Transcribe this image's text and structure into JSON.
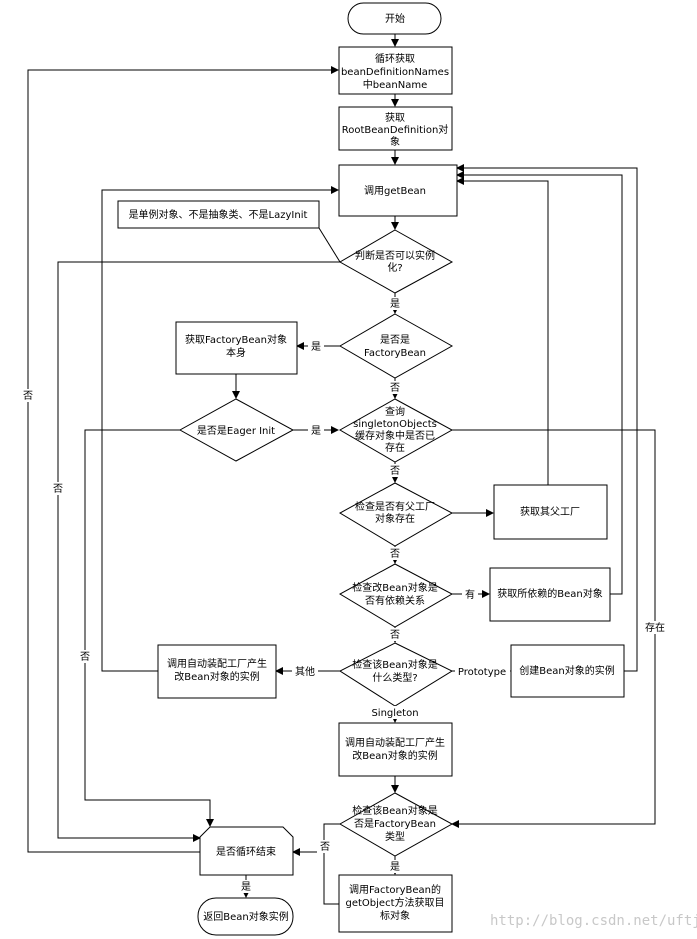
{
  "nodes": {
    "start": "开始",
    "loop_names": [
      "循环获取",
      "beanDefinitionNames",
      "中beanName"
    ],
    "get_rbd": [
      "获取",
      "RootBeanDefinition对",
      "象"
    ],
    "call_getbean": "调用getBean",
    "note": "是单例对象、不是抽象类、不是LazyInit",
    "can_instantiate": [
      "判断是否可以实例",
      "化?"
    ],
    "is_factorybean": [
      "是否是",
      "FactoryBean"
    ],
    "get_factorybean_self": [
      "获取FactoryBean对象",
      "本身"
    ],
    "is_eager_init": "是否是Eager Init",
    "query_singleton": [
      "查询",
      "singletonObjects",
      "缓存对象中是否已",
      "存在"
    ],
    "check_parent": [
      "检查是否有父工厂",
      "对象存在"
    ],
    "get_parent": "获取其父工厂",
    "check_depends": [
      "检查改Bean对象是",
      "否有依赖关系"
    ],
    "get_depends": "获取所依赖的Bean对象",
    "check_type": [
      "检查该Bean对象是",
      "什么类型?"
    ],
    "call_autowire_other": [
      "调用自动装配工厂产生",
      "改Bean对象的实例"
    ],
    "create_prototype": "创建Bean对象的实例",
    "call_autowire_singleton": [
      "调用自动装配工厂产生",
      "改Bean对象的实例"
    ],
    "check_fb_type": [
      "检查该Bean对象是",
      "否是FactoryBean",
      "类型"
    ],
    "loop_end": "是否循环结束",
    "call_getobject": [
      "调用FactoryBean的",
      "getObject方法获取目",
      "标对象"
    ],
    "return_instance": "返回Bean对象实例"
  },
  "edge_labels": {
    "yes": "是",
    "no": "否",
    "has": "有",
    "other": "其他",
    "prototype": "Prototype",
    "singleton": "Singleton",
    "exists": "存在"
  },
  "watermark": "http://blog.csdn.net/uftjtt"
}
